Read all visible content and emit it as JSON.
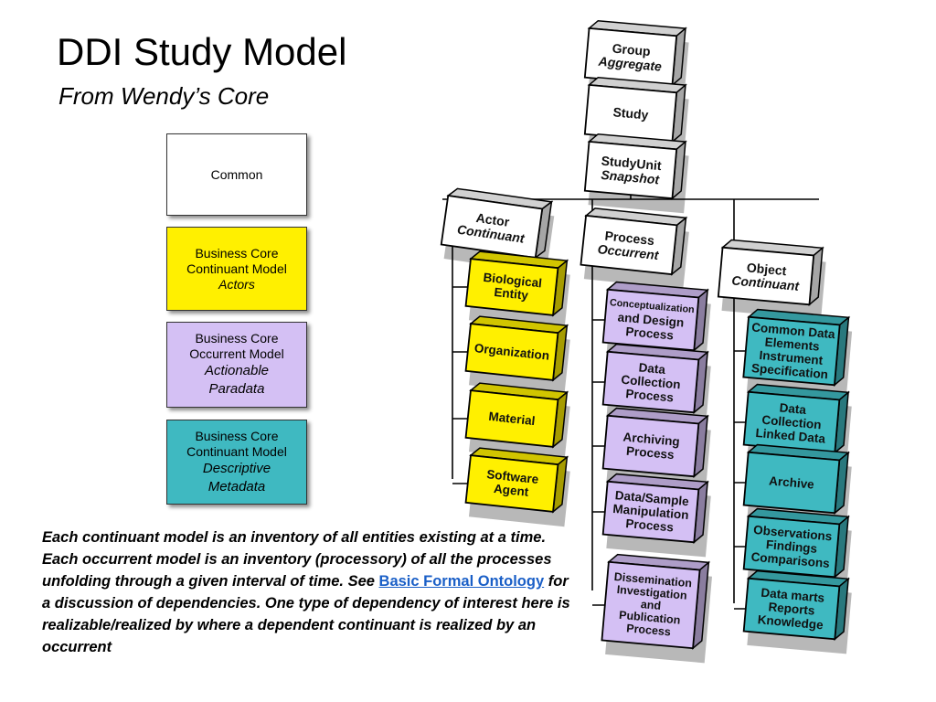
{
  "title": "DDI Study Model",
  "subtitle": "From Wendy’s Core",
  "legend": {
    "common": {
      "lines": [
        "Common"
      ]
    },
    "actors": {
      "lines": [
        "Business Core",
        "Continuant Model"
      ],
      "em": "Actors"
    },
    "paradata": {
      "lines": [
        "Business Core",
        "Occurrent Model"
      ],
      "em": [
        "Actionable",
        "Paradata"
      ]
    },
    "metadata": {
      "lines": [
        "Business Core",
        "Continuant Model"
      ],
      "em": [
        "Descriptive",
        "Metadata"
      ]
    }
  },
  "colors": {
    "common": "#ffffff",
    "yellow": "#fff000",
    "purple": "#d4c0f4",
    "teal": "#3fb9c1"
  },
  "caption": {
    "part1": "Each continuant model is an inventory of all entities existing at a time. Each occurrent model is an inventory (processory) of all the processes unfolding through a given interval of time. See ",
    "link": "Basic Formal Ontology",
    "part2": " for a discussion of dependencies. One type of dependency of interest here is realizable/realized by where a dependent continuant is realized by an occurrent"
  },
  "diagram": {
    "spine": [
      {
        "id": "group",
        "lines": [
          "Group"
        ],
        "em": [
          "Aggregate"
        ]
      },
      {
        "id": "study",
        "lines": [
          "Study"
        ],
        "em": []
      },
      {
        "id": "studyunit",
        "lines": [
          "StudyUnit"
        ],
        "em": [
          "Snapshot"
        ]
      }
    ],
    "columns": [
      {
        "id": "actor",
        "head": {
          "lines": [
            "Actor"
          ],
          "em": [
            "Continuant"
          ]
        },
        "color": "yellow",
        "items": [
          [
            "Biological",
            "Entity"
          ],
          [
            "Organization"
          ],
          [
            "Material"
          ],
          [
            "Software",
            "Agent"
          ]
        ]
      },
      {
        "id": "process",
        "head": {
          "lines": [
            "Process"
          ],
          "em": [
            "Occurrent"
          ]
        },
        "color": "purple",
        "items": [
          [
            "Conceptualization",
            "and Design",
            "Process"
          ],
          [
            "Data",
            "Collection",
            "Process"
          ],
          [
            "Archiving",
            "Process"
          ],
          [
            "Data/Sample",
            "Manipulation",
            "Process"
          ],
          [
            "Dissemination",
            "Investigation",
            "and",
            "Publication",
            "Process"
          ]
        ]
      },
      {
        "id": "object",
        "head": {
          "lines": [
            "Object"
          ],
          "em": [
            "Continuant"
          ]
        },
        "color": "teal",
        "items": [
          [
            "Common Data",
            "Elements",
            "Instrument",
            "Specification"
          ],
          [
            "Data",
            "Collection",
            "Linked Data"
          ],
          [
            "Archive"
          ],
          [
            "Observations",
            "Findings",
            "Comparisons"
          ],
          [
            "Data marts",
            "Reports",
            "Knowledge"
          ]
        ]
      }
    ]
  }
}
